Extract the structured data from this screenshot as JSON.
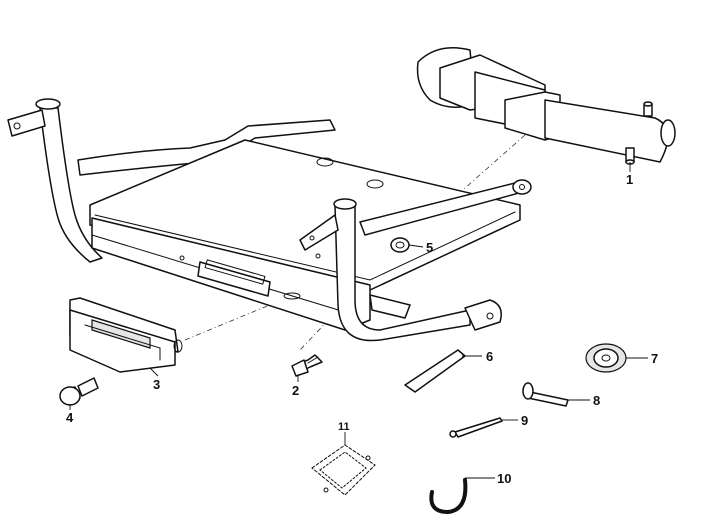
{
  "callouts": [
    {
      "id": "1",
      "part": "winch"
    },
    {
      "id": "2",
      "part": "bolt-small"
    },
    {
      "id": "3",
      "part": "fairlead-bracket"
    },
    {
      "id": "4",
      "part": "flange-bolt"
    },
    {
      "id": "5",
      "part": "nut"
    },
    {
      "id": "6",
      "part": "strap"
    },
    {
      "id": "7",
      "part": "bumper-pad"
    },
    {
      "id": "8",
      "part": "pin"
    },
    {
      "id": "9",
      "part": "cotter-pin"
    },
    {
      "id": "10",
      "part": "hook"
    },
    {
      "id": "11",
      "part": "label-bag"
    }
  ],
  "colors": {
    "line": "#111111",
    "background": "#ffffff",
    "shade": "#e6e6e6"
  }
}
